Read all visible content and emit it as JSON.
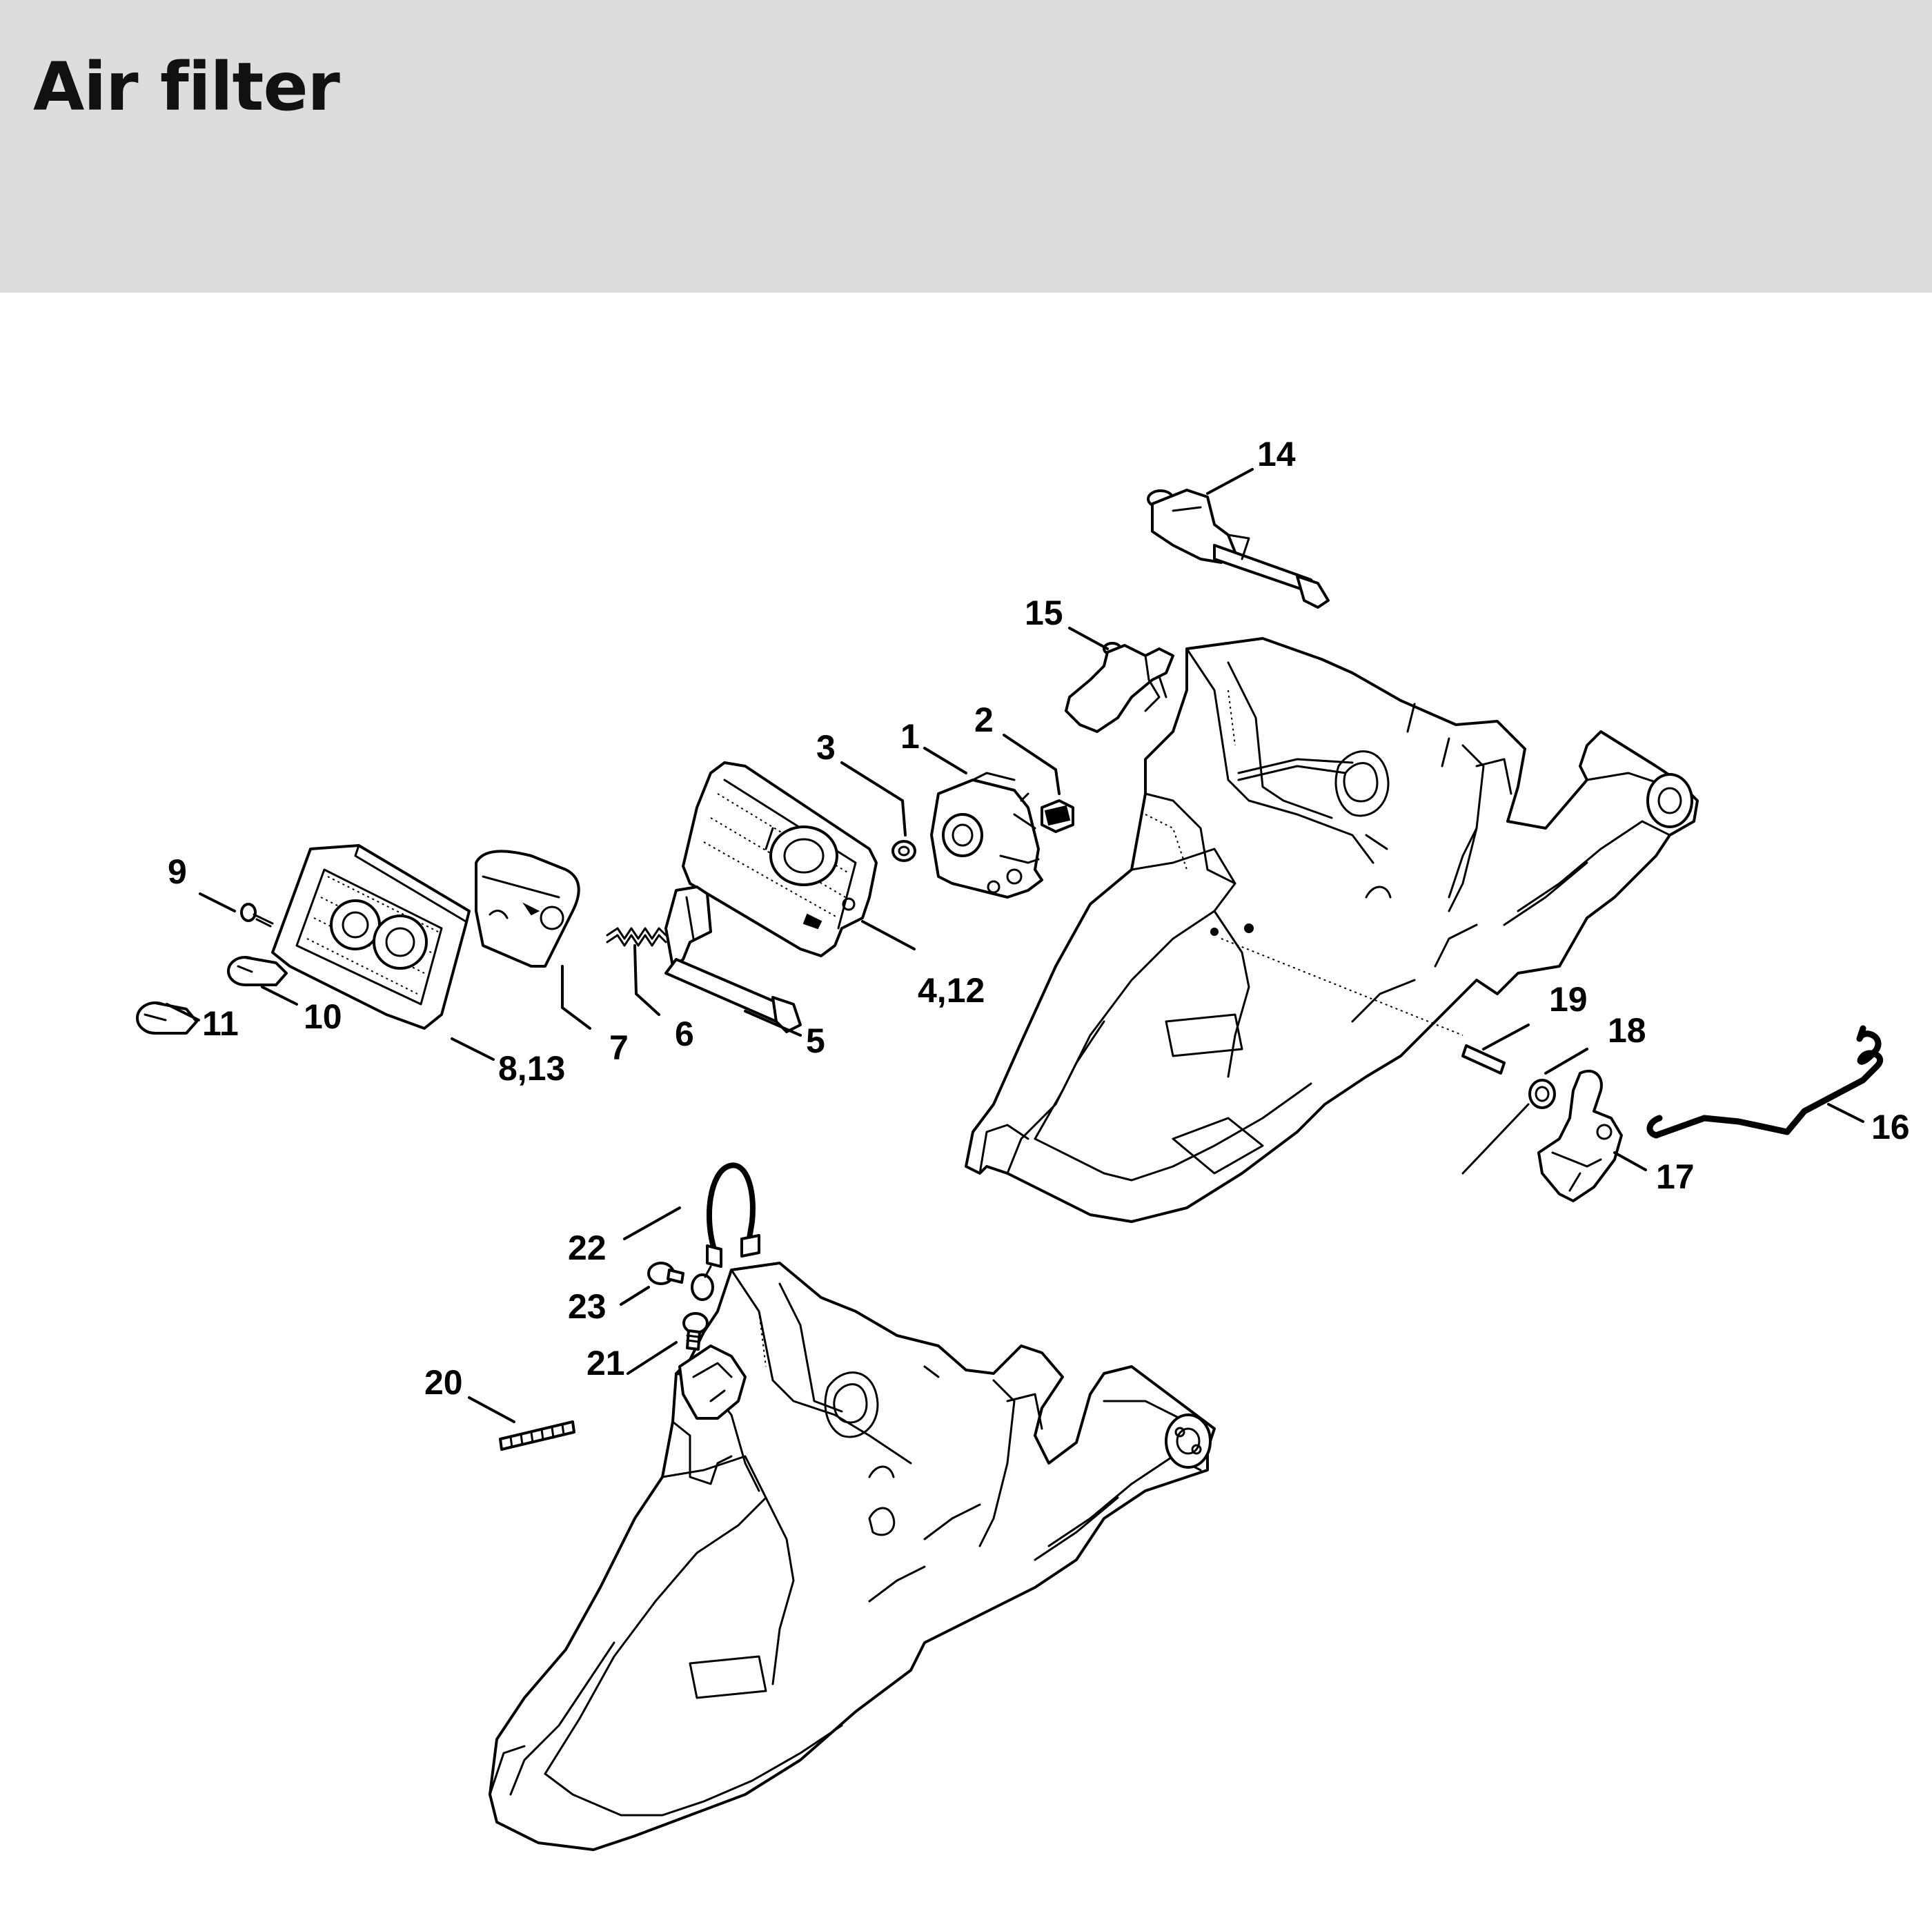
{
  "header": {
    "title": "Air filter",
    "background_color": "#dcdddd"
  },
  "callouts": {
    "c1": "1",
    "c2": "2",
    "c3": "3",
    "c4_12": "4,12",
    "c5": "5",
    "c6": "6",
    "c7": "7",
    "c8_13": "8,13",
    "c9": "9",
    "c10": "10",
    "c11": "11",
    "c14": "14",
    "c15": "15",
    "c16": "16",
    "c17": "17",
    "c18": "18",
    "c19": "19",
    "c20": "20",
    "c21": "21",
    "c22": "22",
    "c23": "23"
  },
  "icons": {
    "parts": [
      "carburetor-icon",
      "air-filter-icon",
      "filter-base-icon",
      "choke-lever-icon",
      "handle-housing-icon",
      "throttle-shaft-icon",
      "throttle-trigger-icon",
      "throttle-rod-icon",
      "spring-icon",
      "pin-icon",
      "screw-icon",
      "nut-icon",
      "knob-icon",
      "cable-icon"
    ]
  }
}
